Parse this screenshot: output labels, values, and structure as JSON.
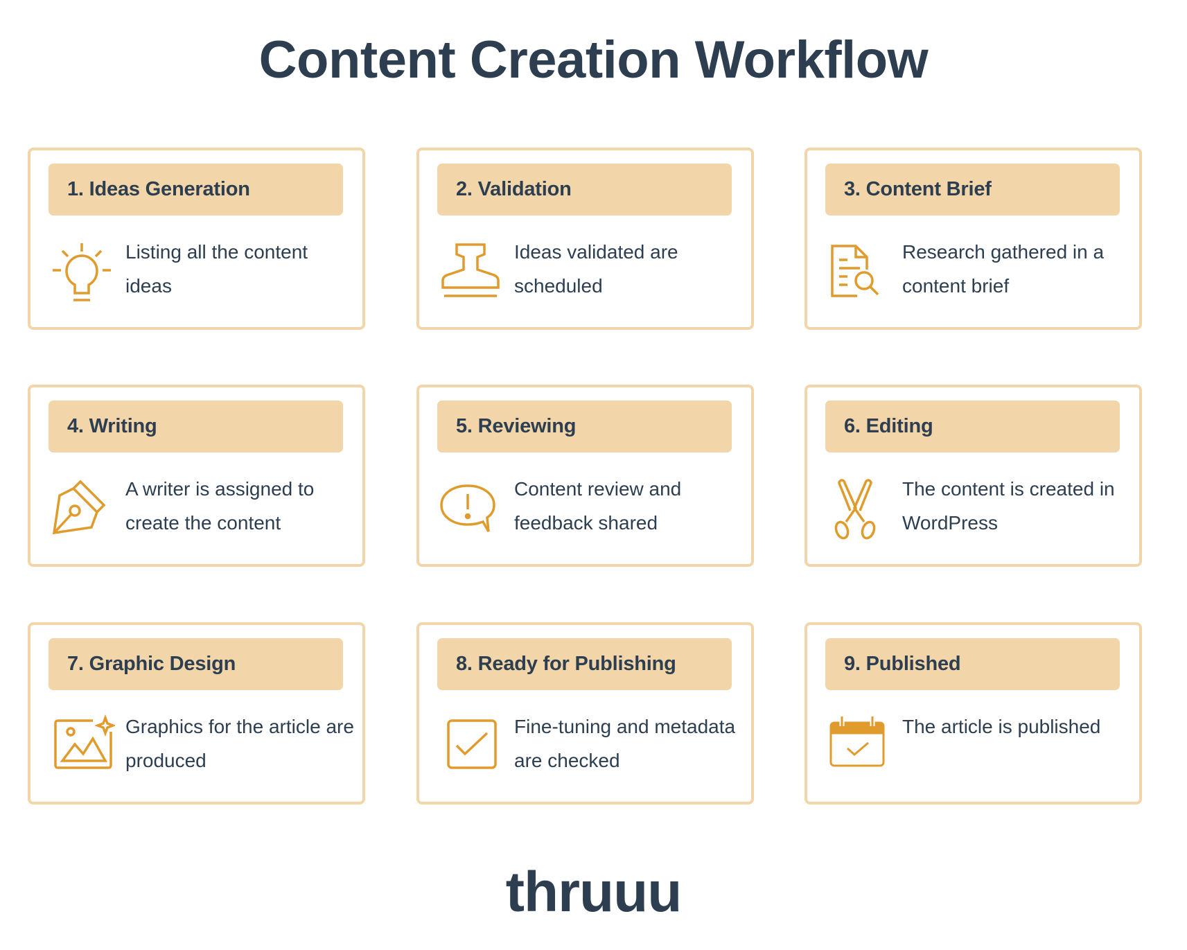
{
  "title": "Content Creation Workflow",
  "brand": {
    "logo_text": "thruuu"
  },
  "colors": {
    "title_text": "#2c3e50",
    "card_border": "#f2d5a8",
    "header_fill": "#f2d5a8",
    "icon_stroke": "#e09b2d",
    "background": "#ffffff"
  },
  "steps": [
    {
      "number": 1,
      "header": "1. Ideas Generation",
      "description": "Listing all the content ideas",
      "icon": "lightbulb-icon"
    },
    {
      "number": 2,
      "header": "2. Validation",
      "description": "Ideas validated are scheduled",
      "icon": "stamp-icon"
    },
    {
      "number": 3,
      "header": "3. Content Brief",
      "description": "Research gathered  in a content brief",
      "icon": "document-search-icon"
    },
    {
      "number": 4,
      "header": "4. Writing",
      "description": "A writer is assigned to create the content",
      "icon": "pen-nib-icon"
    },
    {
      "number": 5,
      "header": "5. Reviewing",
      "description": "Content review and feedback shared",
      "icon": "speech-bubble-alert-icon"
    },
    {
      "number": 6,
      "header": "6. Editing",
      "description": "The content is created in WordPress",
      "icon": "scissors-icon"
    },
    {
      "number": 7,
      "header": "7. Graphic Design",
      "description": "Graphics for the article are produced",
      "icon": "image-sparkle-icon"
    },
    {
      "number": 8,
      "header": "8. Ready for Publishing",
      "description": "Fine-tuning and metadata are checked",
      "icon": "checkbox-icon"
    },
    {
      "number": 9,
      "header": "9. Published",
      "description": "The article is published",
      "icon": "calendar-check-icon"
    }
  ]
}
